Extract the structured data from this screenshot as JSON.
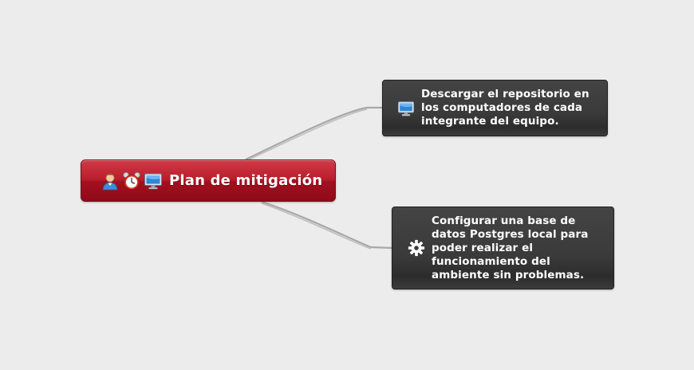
{
  "mindmap": {
    "root": {
      "label": "Plan de mitigación",
      "color": "#b81d2c",
      "icons": [
        "user-icon",
        "alarm-clock-icon",
        "monitor-icon"
      ]
    },
    "branches": [
      {
        "icon": "monitor-icon",
        "lines": [
          "Descargar el repositorio en",
          "los computadores de cada",
          "integrante del equipo."
        ]
      },
      {
        "icon": "gear-icon",
        "lines": [
          "Configurar una base de",
          "datos Postgres local para",
          "poder realizar el",
          "funcionamiento del",
          "ambiente sin problemas."
        ]
      }
    ],
    "node_color": "#3a3a3a",
    "connector_color": "#a8a8a8"
  }
}
